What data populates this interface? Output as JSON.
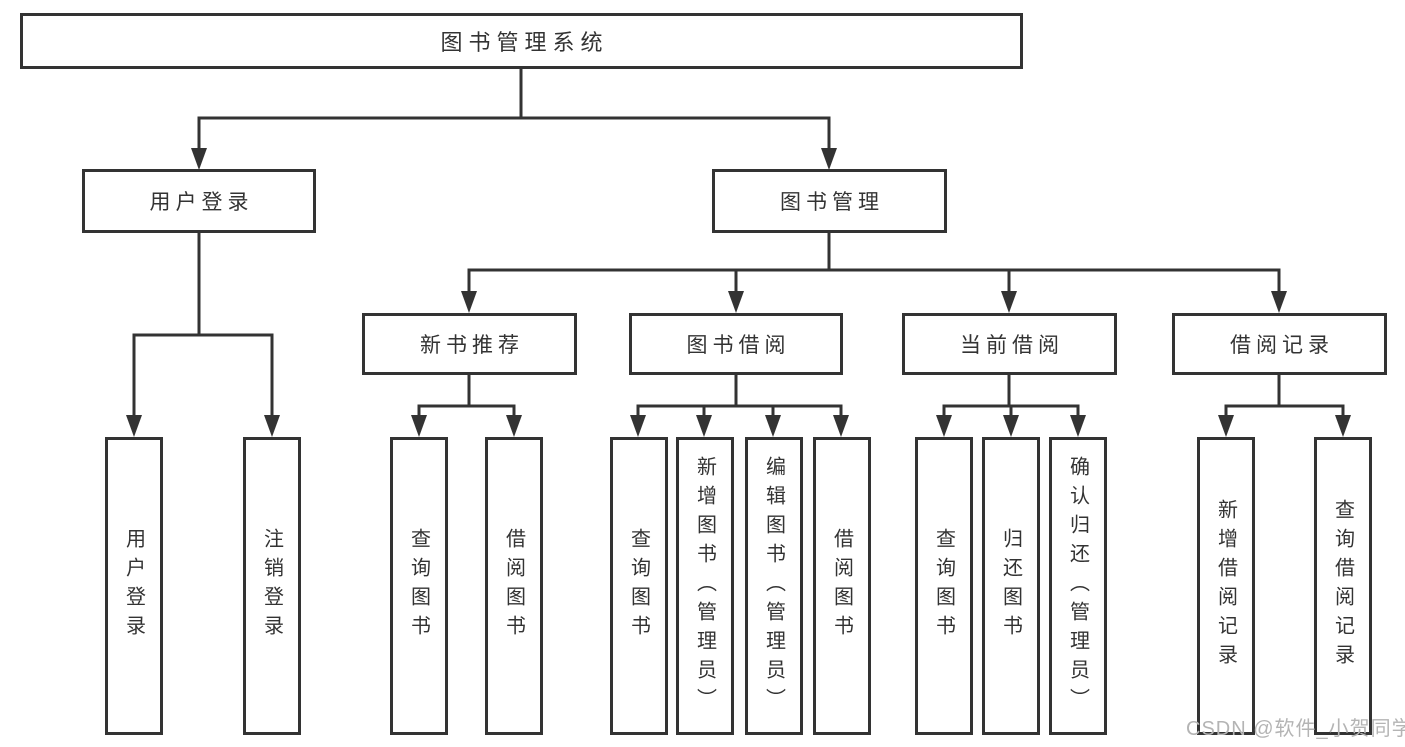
{
  "diagram_title": "图书管理系统",
  "tree": {
    "label": "图书管理系统",
    "children": [
      {
        "label": "用户登录",
        "children": [
          {
            "label": "用户登录"
          },
          {
            "label": "注销登录"
          }
        ]
      },
      {
        "label": "图书管理",
        "children": [
          {
            "label": "新书推荐",
            "children": [
              {
                "label": "查询图书"
              },
              {
                "label": "借阅图书"
              }
            ]
          },
          {
            "label": "图书借阅",
            "children": [
              {
                "label": "查询图书"
              },
              {
                "label": "新增图书（管理员）"
              },
              {
                "label": "编辑图书（管理员）"
              },
              {
                "label": "借阅图书"
              }
            ]
          },
          {
            "label": "当前借阅",
            "children": [
              {
                "label": "查询图书"
              },
              {
                "label": "归还图书"
              },
              {
                "label": "确认归还（管理员）"
              }
            ]
          },
          {
            "label": "借阅记录",
            "children": [
              {
                "label": "新增借阅记录"
              },
              {
                "label": "查询借阅记录"
              }
            ]
          }
        ]
      }
    ]
  },
  "watermark": {
    "text": "CSDN @软件_小贺同学",
    "color": "#b4b4b4"
  },
  "colors": {
    "line": "#333333",
    "box_background": "#ffffff",
    "label_text": "#333333"
  }
}
